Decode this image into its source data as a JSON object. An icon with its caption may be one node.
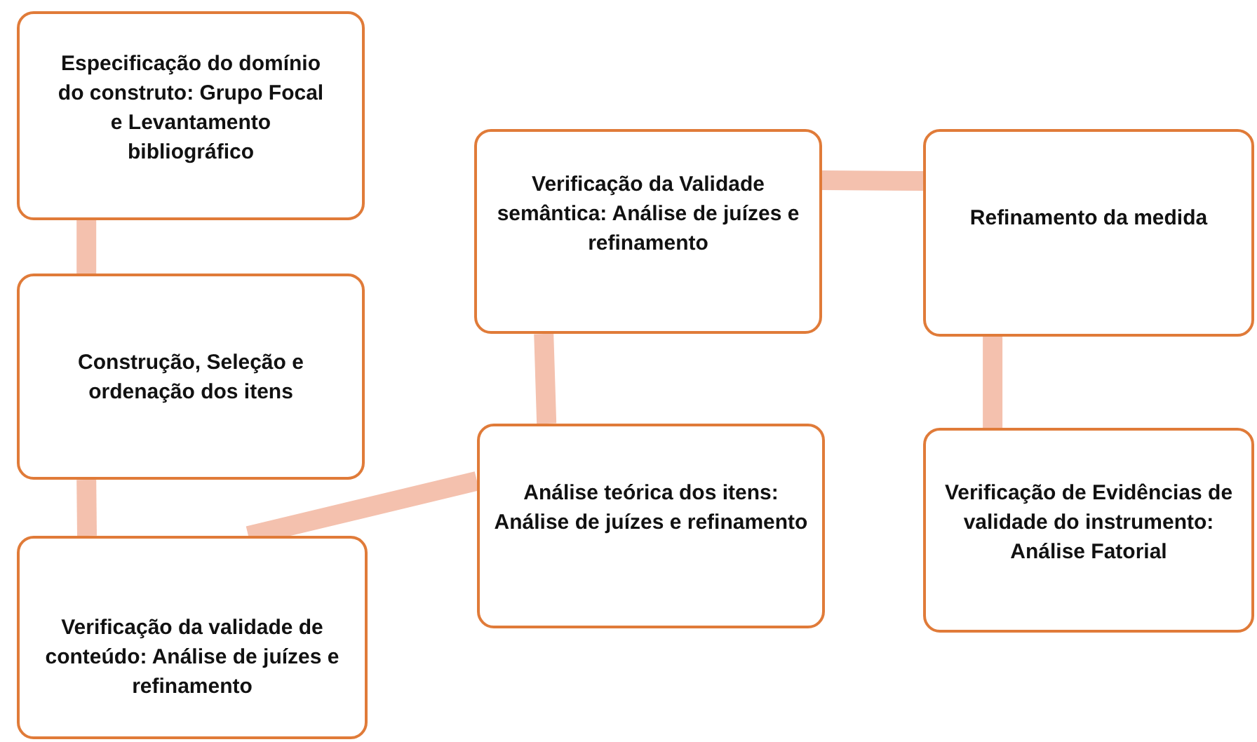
{
  "diagram": {
    "nodes": [
      {
        "text": [
          "Especificação do domínio do construto: Grupo Focal e Levantamento bibliográfico"
        ]
      },
      {
        "text": [
          "Construção, Seleção e ordenação dos itens"
        ]
      },
      {
        "text": [
          "Verificação da validade de conteúdo: Análise de juízes e refinamento"
        ]
      },
      {
        "text": [
          "Análise teórica dos itens: Análise de juízes e refinamento"
        ]
      },
      {
        "text": [
          "Verificação da Validade semântica: Análise de juízes e refinamento"
        ]
      },
      {
        "text": [
          "Refinamento da medida"
        ]
      },
      {
        "text": [
          "Verificação de Evidências de validade do instrumento: Análise Fatorial"
        ]
      }
    ],
    "edges": [
      {
        "from": 0,
        "to": 1,
        "arrow": "none"
      },
      {
        "from": 1,
        "to": 2,
        "arrow": "none"
      },
      {
        "from": 2,
        "to": 3,
        "arrow": "none"
      },
      {
        "from": 3,
        "to": 4,
        "arrow": "none"
      },
      {
        "from": 4,
        "to": 5,
        "arrow": "none"
      },
      {
        "from": 5,
        "to": 6,
        "arrow": "none"
      }
    ]
  }
}
